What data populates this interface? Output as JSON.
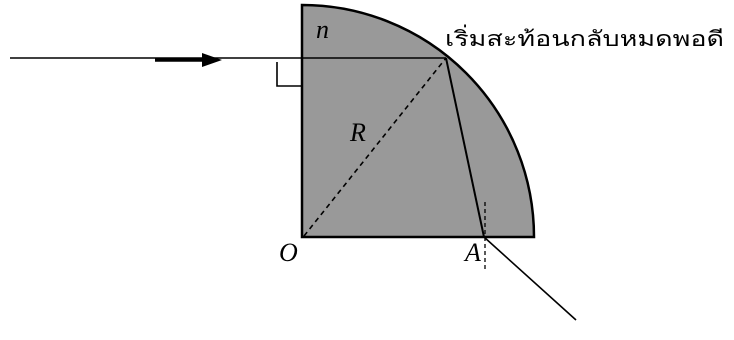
{
  "labels": {
    "refractive_index": "n",
    "radius": "R",
    "origin": "O",
    "exit_point": "A",
    "annotation": "เริ่มสะท้อนกลับหมดพอดี"
  },
  "colors": {
    "prism_fill": "#999999",
    "line": "#000000",
    "background": "#ffffff"
  }
}
